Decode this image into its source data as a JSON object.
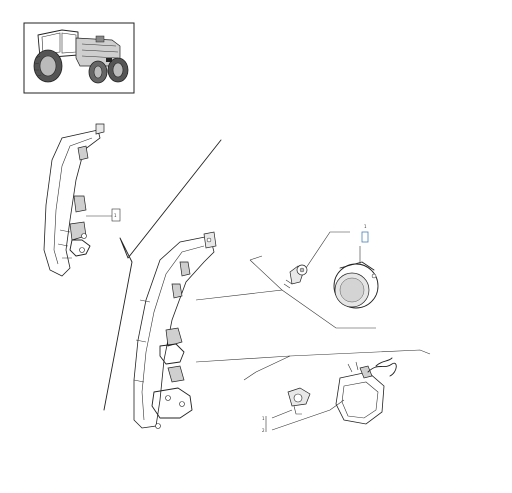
{
  "diagram": {
    "ref_callouts": [
      {
        "id": "callout-upper-bracket",
        "text": "1"
      },
      {
        "id": "callout-lens-clip",
        "text": "1"
      },
      {
        "id": "callout-lower-a",
        "text": "1"
      },
      {
        "id": "callout-lower-b",
        "text": "2"
      }
    ]
  },
  "colors": {
    "line": "#222222",
    "shade": "#cfcfcf",
    "background": "#ffffff"
  }
}
